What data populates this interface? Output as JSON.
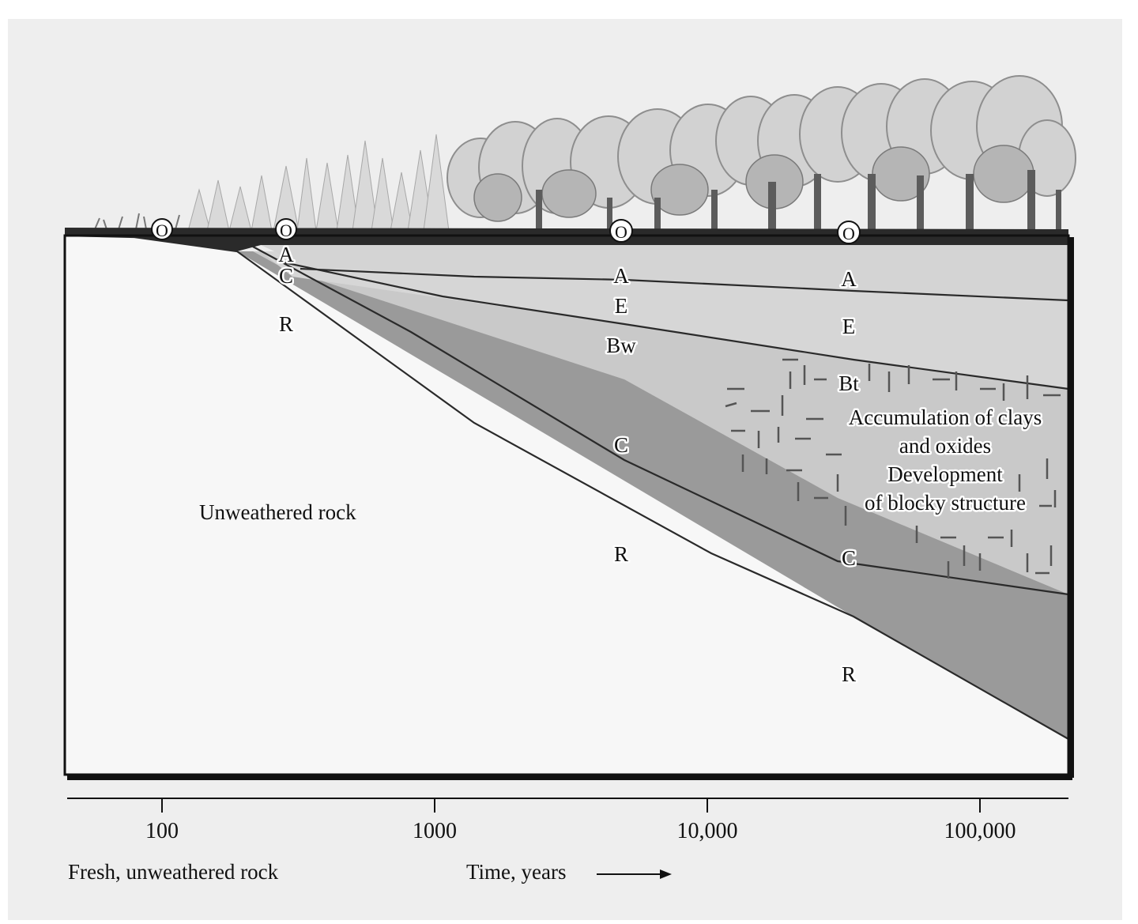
{
  "colors": {
    "panel_bg": "#eeeeee",
    "rock": "#f7f7f7",
    "light_horizon": "#d6d6d6",
    "mid_horizon": "#c9c9c9",
    "c_horizon": "#9a9a9a",
    "surface": "#2a2a2a",
    "tree_light": "#d4d4d4",
    "tree_dark": "#9d9d9d"
  },
  "profile_labels": {
    "p100": {
      "o": "O"
    },
    "p300": {
      "o": "O",
      "a": "A",
      "c": "C",
      "r": "R"
    },
    "p5000": {
      "o": "O",
      "a": "A",
      "e": "E",
      "bw": "Bw",
      "c": "C",
      "r": "R"
    },
    "p30000": {
      "o": "O",
      "a": "A",
      "e": "E",
      "bt": "Bt",
      "c": "C",
      "r": "R"
    }
  },
  "annotations": {
    "unweathered": "Unweathered rock",
    "bt_line1": "Accumulation of clays",
    "bt_line2": "and oxides",
    "bt_line3": "Development",
    "bt_line4": "of blocky structure"
  },
  "axis": {
    "ticks": [
      "100",
      "1000",
      "10,000",
      "100,000"
    ],
    "left_caption": "Fresh, unweathered rock",
    "time_label": "Time, years"
  }
}
